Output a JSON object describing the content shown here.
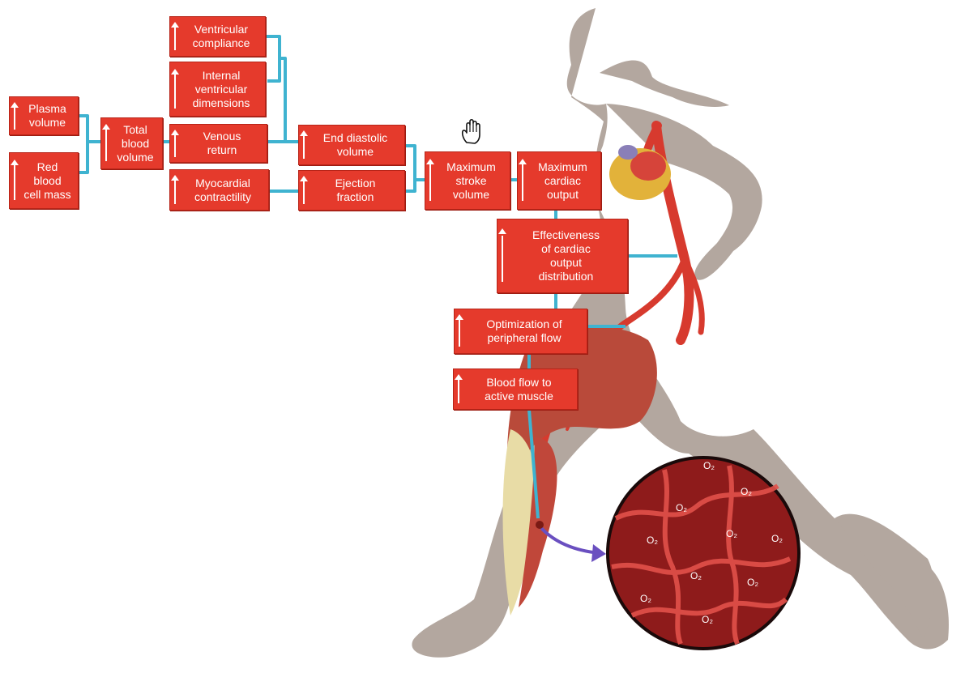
{
  "boxes": {
    "plasma_volume": "Plasma\nvolume",
    "red_blood_cell_mass": "Red\nblood\ncell mass",
    "total_blood_volume": "Total\nblood\nvolume",
    "ventricular_compliance": "Ventricular\ncompliance",
    "internal_ventricular_dimensions": "Internal\nventricular\ndimensions",
    "venous_return": "Venous\nreturn",
    "myocardial_contractility": "Myocardial\ncontractility",
    "end_diastolic_volume": "End diastolic\nvolume",
    "ejection_fraction": "Ejection\nfraction",
    "maximum_stroke_volume": "Maximum\nstroke\nvolume",
    "maximum_cardiac_output": "Maximum\ncardiac\noutput",
    "effectiveness_distribution": "Effectiveness\nof cardiac\noutput\ndistribution",
    "optimization_peripheral_flow": "Optimization of\nperipheral flow",
    "blood_flow_active_muscle": "Blood flow to\nactive muscle"
  },
  "tissue": {
    "o2_label": "O₂"
  },
  "colors": {
    "box_fill": "#e53a2c",
    "connector": "#3fb3d0",
    "silhouette": "#b3a79f",
    "artery": "#d73a2e",
    "muscle_tissue": "#8e1b1b",
    "pointer_arrow": "#6a4fc0"
  },
  "icons": [
    "hand-cursor-icon",
    "up-arrow-icon"
  ]
}
